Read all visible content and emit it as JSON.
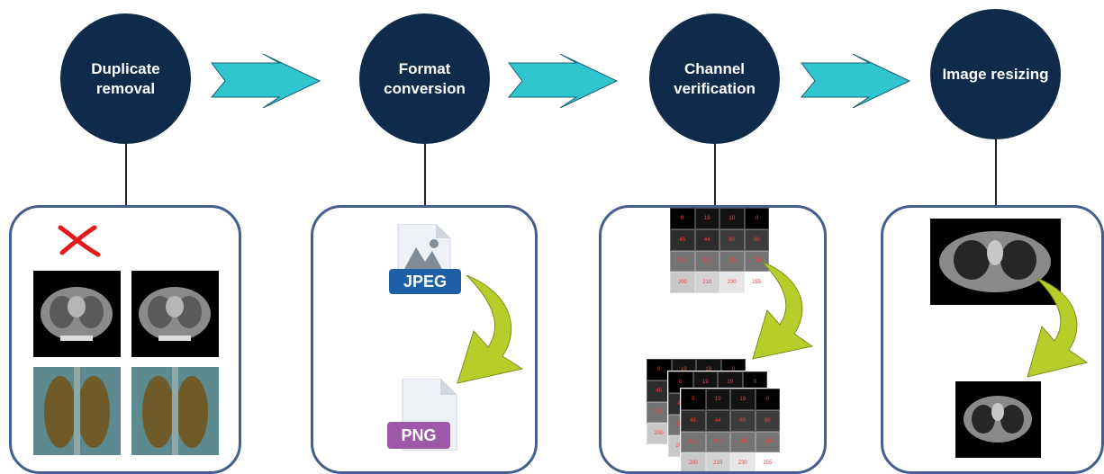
{
  "steps": [
    {
      "title": "Duplicate removal"
    },
    {
      "title": "Format conversion"
    },
    {
      "title": "Channel verification"
    },
    {
      "title": "Image resizing"
    }
  ],
  "files": {
    "from": "JPEG",
    "to": "PNG"
  },
  "matrix": {
    "rows": [
      [
        "0",
        "19",
        "19",
        "0"
      ],
      [
        "45",
        "44",
        "60",
        "60"
      ],
      [
        "115",
        "115",
        "115",
        "115"
      ],
      [
        "200",
        "210",
        "230",
        "255"
      ]
    ]
  },
  "colors": {
    "node": "#0f2a4a",
    "flow_arrow": "#2fc6d0",
    "curve_arrow": "#b7cd2a",
    "panel_border": "#445e8e",
    "x_mark": "#e11b1b",
    "jpeg": "#1f5fa6",
    "png": "#9d58a8"
  }
}
